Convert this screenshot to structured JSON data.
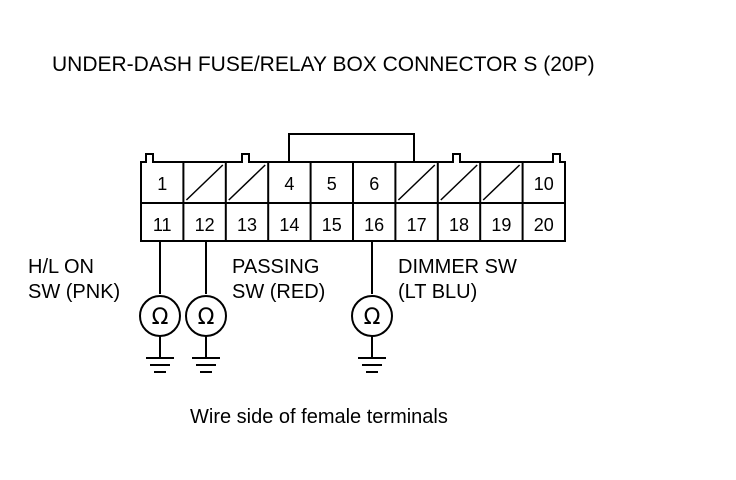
{
  "title": "UNDER-DASH FUSE/RELAY BOX CONNECTOR S (20P)",
  "caption": "Wire side of female terminals",
  "connector": {
    "top_row": [
      "1",
      "",
      "",
      "4",
      "5",
      "6",
      "",
      "",
      "",
      "10"
    ],
    "top_row_empty": [
      false,
      true,
      true,
      false,
      false,
      false,
      true,
      true,
      true,
      false
    ],
    "bottom_row": [
      "11",
      "12",
      "13",
      "14",
      "15",
      "16",
      "17",
      "18",
      "19",
      "20"
    ]
  },
  "meters": [
    {
      "terminal": "11",
      "symbol": "Ω",
      "label_line1": "H/L ON",
      "label_line2": "SW (PNK)"
    },
    {
      "terminal": "12",
      "symbol": "Ω",
      "label_line1": "PASSING",
      "label_line2": "SW (RED)"
    },
    {
      "terminal": "16",
      "symbol": "Ω",
      "label_line1": "DIMMER SW",
      "label_line2": "(LT BLU)"
    }
  ],
  "colors": {
    "line": "#000000",
    "background": "#ffffff"
  }
}
